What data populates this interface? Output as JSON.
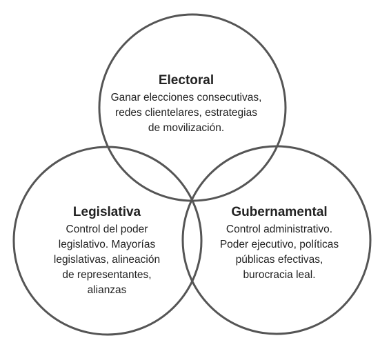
{
  "circles": [
    {
      "id": "electoral",
      "title": "Electoral",
      "lines": [
        "Ganar elecciones consecutivas,",
        "redes clientelares, estrategias",
        "de movilización."
      ]
    },
    {
      "id": "legislativa",
      "title": "Legislativa",
      "lines": [
        "Control del poder",
        "legislativo. Mayorías",
        "legislativas, alineación",
        "de representantes,",
        "alianzas"
      ]
    },
    {
      "id": "gubernamental",
      "title": "Gubernamental",
      "lines": [
        "Control administrativo.",
        "Poder ejecutivo, políticas",
        "públicas efectivas,",
        "burocracia leal."
      ]
    }
  ],
  "colors": {
    "stroke": "#555555",
    "text": "#222222",
    "background": "#ffffff"
  }
}
